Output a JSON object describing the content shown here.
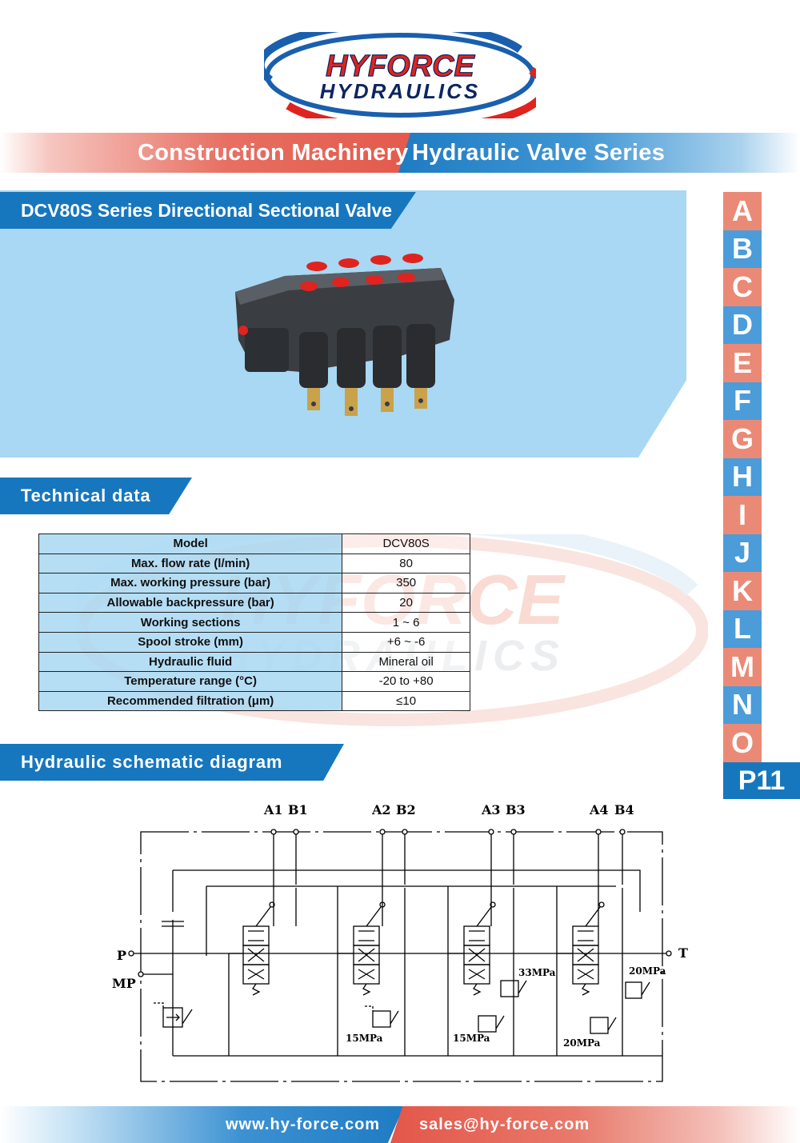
{
  "brand": {
    "line1": "HYFORCE",
    "line2": "HYDRAULICS",
    "colors": {
      "red": "#e0231f",
      "blue": "#1a5fae",
      "navy": "#0d2560"
    }
  },
  "series_banner": {
    "left_text": "Construction Machinery",
    "right_text": "Hydraulic Valve Series"
  },
  "product": {
    "title": "DCV80S Series Directional Sectional Valve",
    "image_icon": "sectional-valve-photo"
  },
  "technical": {
    "title": "Technical data",
    "rows": [
      {
        "label": "Model",
        "value": "DCV80S"
      },
      {
        "label": "Max. flow rate (l/min)",
        "value": "80"
      },
      {
        "label": "Max. working pressure (bar)",
        "value": "350"
      },
      {
        "label": "Allowable backpressure (bar)",
        "value": "20"
      },
      {
        "label": "Working sections",
        "value": "1 ~ 6"
      },
      {
        "label": "Spool stroke (mm)",
        "value": "+6 ~ -6"
      },
      {
        "label": "Hydraulic fluid",
        "value": "Mineral oil"
      },
      {
        "label": "Temperature range (°C)",
        "value": "-20 to +80"
      },
      {
        "label": "Recommended filtration (μm)",
        "value": "≤10"
      }
    ]
  },
  "schematic": {
    "title": "Hydraulic schematic diagram",
    "ports": [
      "A1",
      "B1",
      "A2",
      "B2",
      "A3",
      "B3",
      "A4",
      "B4"
    ],
    "left_labels": {
      "p": "P",
      "mp": "MP"
    },
    "right_label": "T",
    "pressures": {
      "s2": "15MPa",
      "s3a": "33MPa",
      "s3b": "15MPa",
      "s4a": "20MPa",
      "s4b": "20MPa"
    }
  },
  "index": {
    "letters": [
      "A",
      "B",
      "C",
      "D",
      "E",
      "F",
      "G",
      "H",
      "I",
      "J",
      "K",
      "L",
      "M",
      "N",
      "O"
    ],
    "page": "P11"
  },
  "footer": {
    "website": "www.hy-force.com",
    "email": "sales@hy-force.com"
  }
}
